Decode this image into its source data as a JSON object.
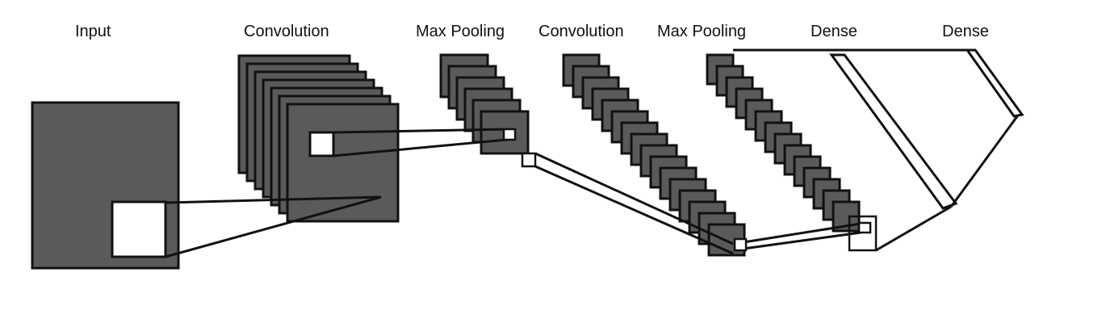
{
  "labels": {
    "input": "Input",
    "conv1": "Convolution",
    "pool1": "Max Pooling",
    "conv2": "Convolution",
    "pool2": "Max Pooling",
    "dense1": "Dense",
    "dense2": "Dense"
  },
  "colors": {
    "map_fill": "#5a5a5a",
    "stroke": "#111111",
    "window_fill": "#ffffff"
  }
}
